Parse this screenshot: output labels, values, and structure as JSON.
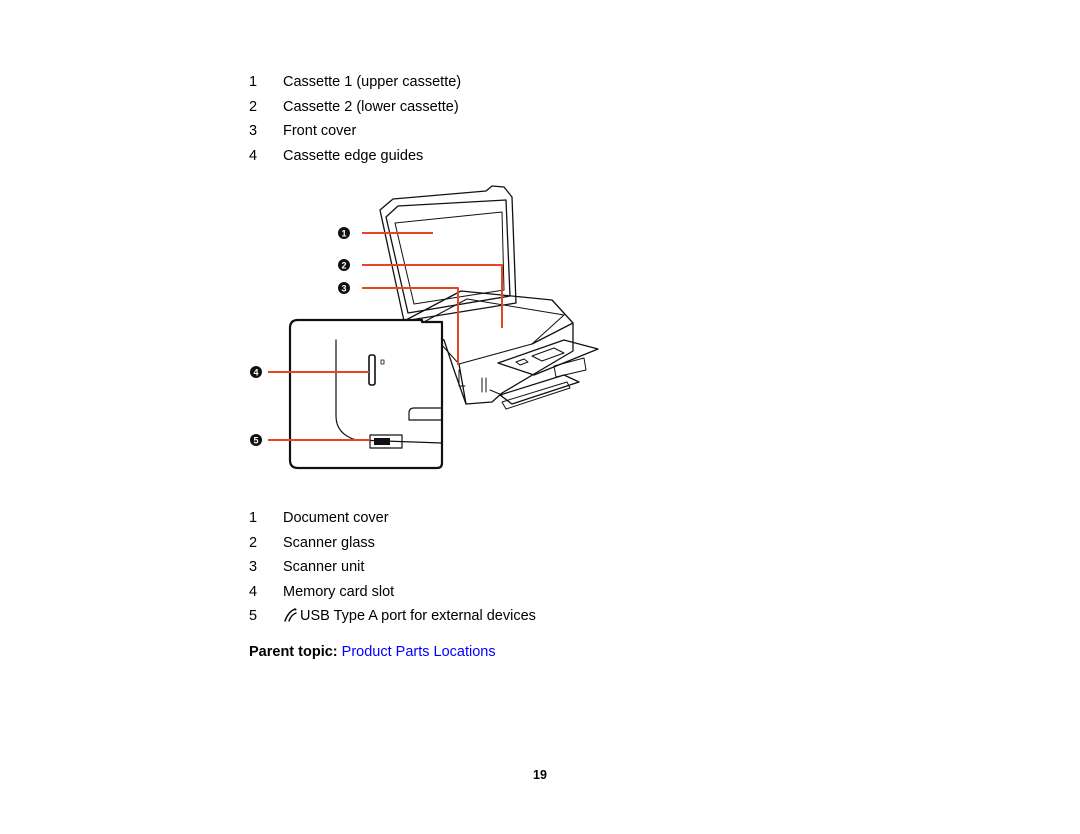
{
  "cassette_list": [
    {
      "num": "1",
      "label": "Cassette 1 (upper cassette)"
    },
    {
      "num": "2",
      "label": "Cassette 2 (lower cassette)"
    },
    {
      "num": "3",
      "label": "Front cover"
    },
    {
      "num": "4",
      "label": "Cassette edge guides"
    }
  ],
  "figure": {
    "callouts": [
      "1",
      "2",
      "3",
      "4",
      "5"
    ],
    "leader_color": "#e8441e"
  },
  "parts_list": [
    {
      "num": "1",
      "label": "Document cover"
    },
    {
      "num": "2",
      "label": "Scanner glass"
    },
    {
      "num": "3",
      "label": "Scanner unit"
    },
    {
      "num": "4",
      "label": "Memory card slot"
    },
    {
      "num": "5",
      "label": "USB Type A port for external devices",
      "icon": "usb-icon"
    }
  ],
  "parent_topic": {
    "label": "Parent topic:",
    "link_text": "Product Parts Locations",
    "link_color": "#0000ff"
  },
  "page_number": "19"
}
